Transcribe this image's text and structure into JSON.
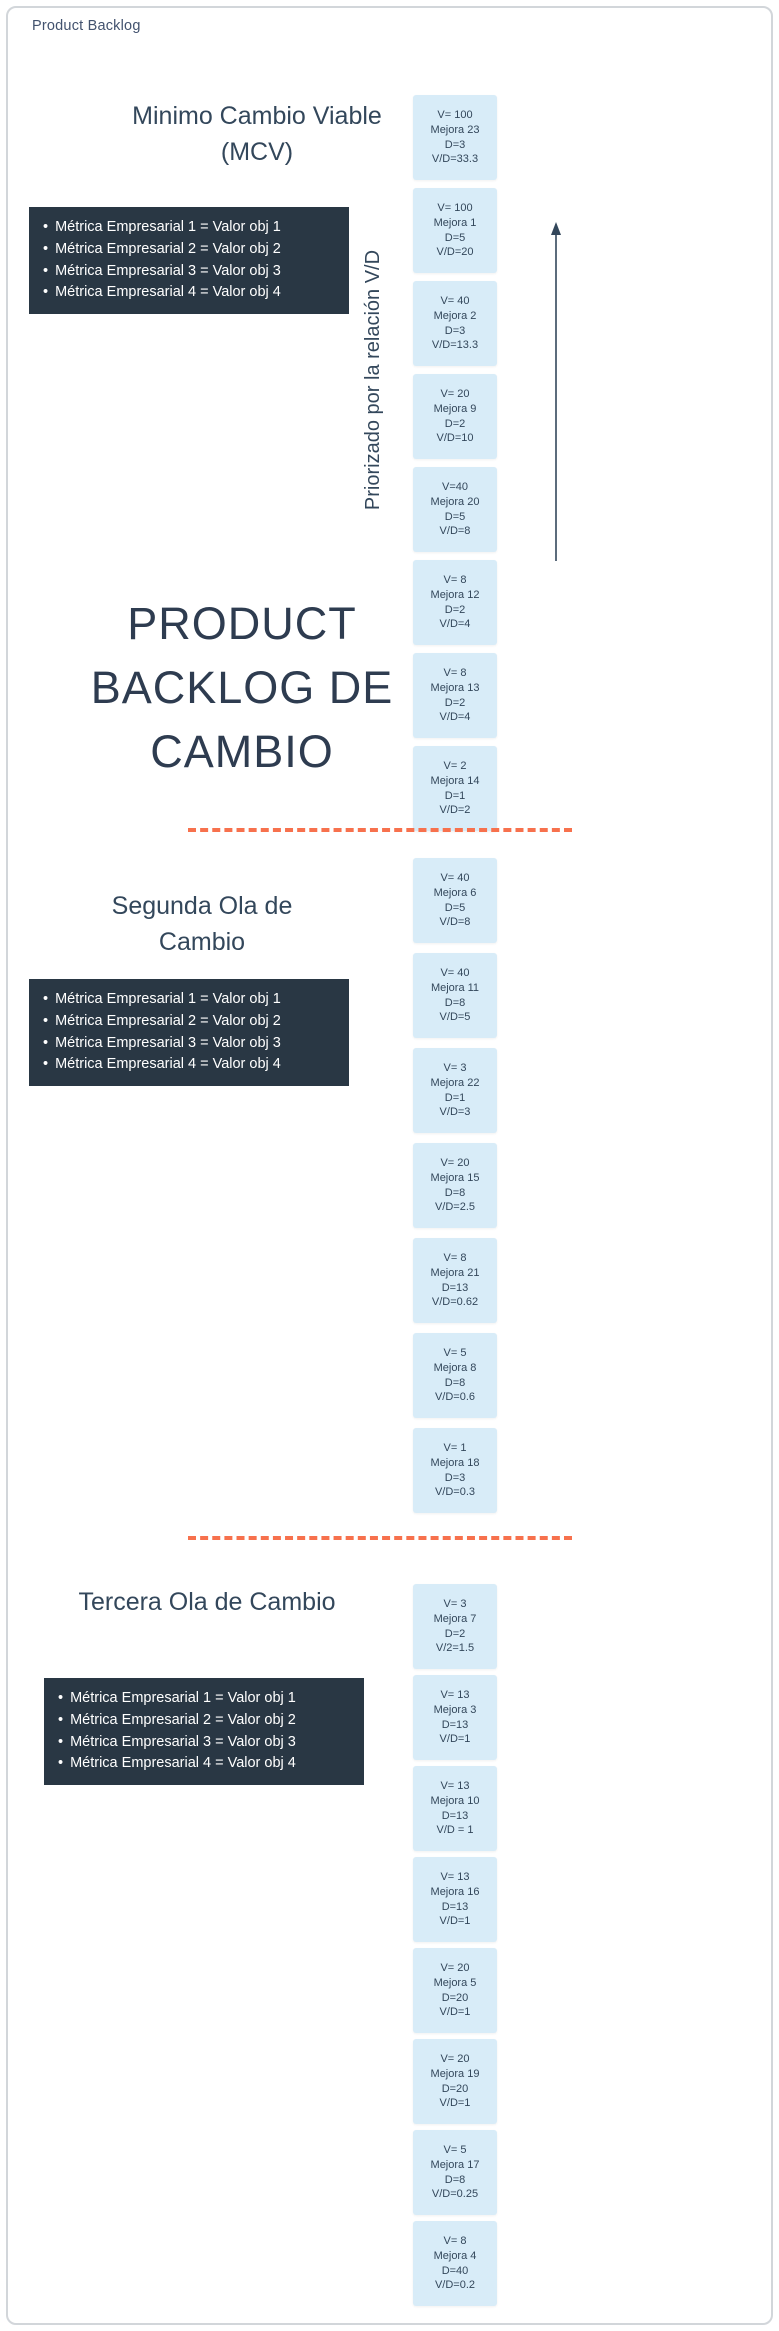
{
  "page": {
    "header": "Product Backlog"
  },
  "colors": {
    "card_bg": "#d8ecf8",
    "dark_box_bg": "#293744",
    "dark_box_text": "#ffffff",
    "text_dark": "#33475b",
    "divider_orange": "#f7714d",
    "border_gray": "#d2d6da"
  },
  "big_title": "PRODUCT BACKLOG DE CAMBIO",
  "priority_axis_label": "Priorizado por la relación V/D",
  "sections": [
    {
      "title": "Minimo Cambio Viable (MCV)",
      "metrics": [
        "Métrica Empresarial 1 =  Valor obj 1",
        "Métrica Empresarial 2 = Valor obj 2",
        "Métrica Empresarial 3 = Valor obj 3",
        "Métrica Empresarial 4 = Valor obj 4"
      ],
      "cards": [
        {
          "v": "V= 100",
          "name": "Mejora 23",
          "d": "D=3",
          "ratio": "V/D=33.3"
        },
        {
          "v": "V= 100",
          "name": "Mejora 1",
          "d": "D=5",
          "ratio": "V/D=20"
        },
        {
          "v": "V= 40",
          "name": "Mejora 2",
          "d": "D=3",
          "ratio": "V/D=13.3"
        },
        {
          "v": "V= 20",
          "name": "Mejora 9",
          "d": "D=2",
          "ratio": "V/D=10"
        },
        {
          "v": "V=40",
          "name": "Mejora 20",
          "d": "D=5",
          "ratio": "V/D=8"
        },
        {
          "v": "V= 8",
          "name": "Mejora 12",
          "d": "D=2",
          "ratio": "V/D=4"
        },
        {
          "v": "V= 8",
          "name": "Mejora 13",
          "d": "D=2",
          "ratio": "V/D=4"
        },
        {
          "v": "V= 2",
          "name": "Mejora 14",
          "d": "D=1",
          "ratio": "V/D=2"
        }
      ]
    },
    {
      "title": "Segunda Ola de Cambio",
      "metrics": [
        "Métrica Empresarial 1 =  Valor obj 1",
        "Métrica Empresarial 2 = Valor obj 2",
        "Métrica Empresarial 3 = Valor obj 3",
        "Métrica Empresarial 4 = Valor obj 4"
      ],
      "cards": [
        {
          "v": "V= 40",
          "name": "Mejora 6",
          "d": "D=5",
          "ratio": "V/D=8"
        },
        {
          "v": "V= 40",
          "name": "Mejora 11",
          "d": "D=8",
          "ratio": "V/D=5"
        },
        {
          "v": "V= 3",
          "name": "Mejora 22",
          "d": "D=1",
          "ratio": "V/D=3"
        },
        {
          "v": "V= 20",
          "name": "Mejora 15",
          "d": "D=8",
          "ratio": "V/D=2.5"
        },
        {
          "v": "V= 8",
          "name": "Mejora 21",
          "d": "D=13",
          "ratio": "V/D=0.62"
        },
        {
          "v": "V= 5",
          "name": "Mejora 8",
          "d": "D=8",
          "ratio": "V/D=0.6"
        },
        {
          "v": "V= 1",
          "name": "Mejora 18",
          "d": "D=3",
          "ratio": "V/D=0.3"
        }
      ]
    },
    {
      "title": "Tercera Ola de Cambio",
      "metrics": [
        "Métrica Empresarial 1 =  Valor obj 1",
        "Métrica Empresarial 2 = Valor obj 2",
        "Métrica Empresarial 3 = Valor obj 3",
        "Métrica Empresarial 4 = Valor obj 4"
      ],
      "cards": [
        {
          "v": "V= 3",
          "name": "Mejora 7",
          "d": "D=2",
          "ratio": "V/2=1.5"
        },
        {
          "v": "V= 13",
          "name": "Mejora 3",
          "d": "D=13",
          "ratio": "V/D=1"
        },
        {
          "v": "V= 13",
          "name": "Mejora 10",
          "d": "D=13",
          "ratio": "V/D = 1"
        },
        {
          "v": "V= 13",
          "name": "Mejora 16",
          "d": "D=13",
          "ratio": "V/D=1"
        },
        {
          "v": "V= 20",
          "name": "Mejora 5",
          "d": "D=20",
          "ratio": "V/D=1"
        },
        {
          "v": "V= 20",
          "name": "Mejora 19",
          "d": "D=20",
          "ratio": "V/D=1"
        },
        {
          "v": "V= 5",
          "name": "Mejora 17",
          "d": "D=8",
          "ratio": "V/D=0.25"
        },
        {
          "v": "V= 8",
          "name": "Mejora 4",
          "d": "D=40",
          "ratio": "V/D=0.2"
        }
      ]
    }
  ]
}
